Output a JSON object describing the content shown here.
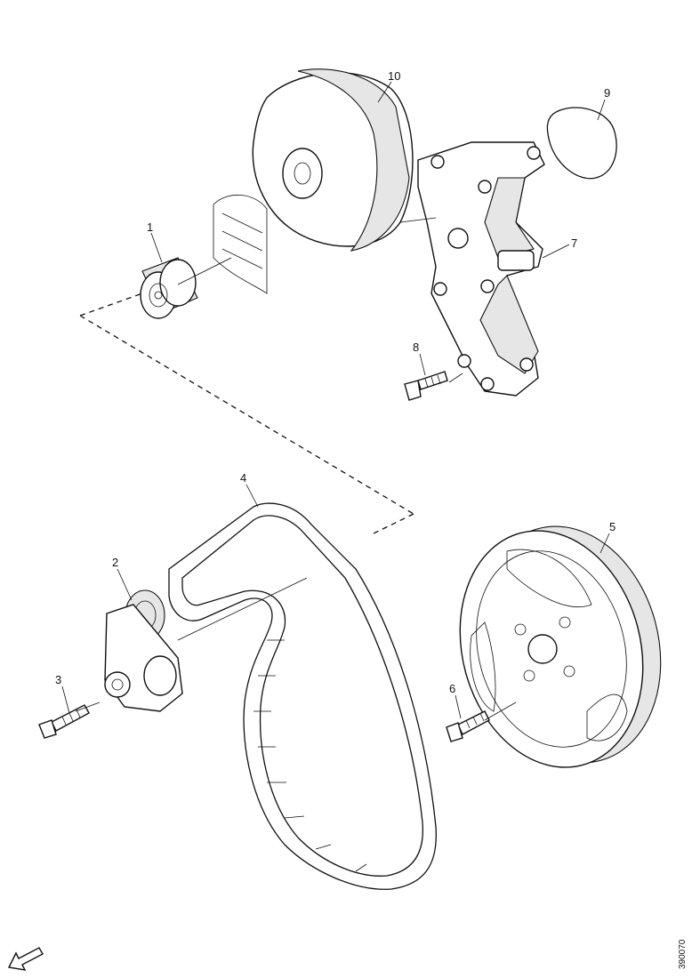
{
  "diagram": {
    "callouts": [
      {
        "id": "1",
        "label": "1"
      },
      {
        "id": "2",
        "label": "2"
      },
      {
        "id": "3",
        "label": "3"
      },
      {
        "id": "4",
        "label": "4"
      },
      {
        "id": "5",
        "label": "5"
      },
      {
        "id": "6",
        "label": "6"
      },
      {
        "id": "7",
        "label": "7"
      },
      {
        "id": "8",
        "label": "8"
      },
      {
        "id": "9",
        "label": "9"
      },
      {
        "id": "10",
        "label": "10"
      }
    ],
    "reference_code": "390070"
  }
}
